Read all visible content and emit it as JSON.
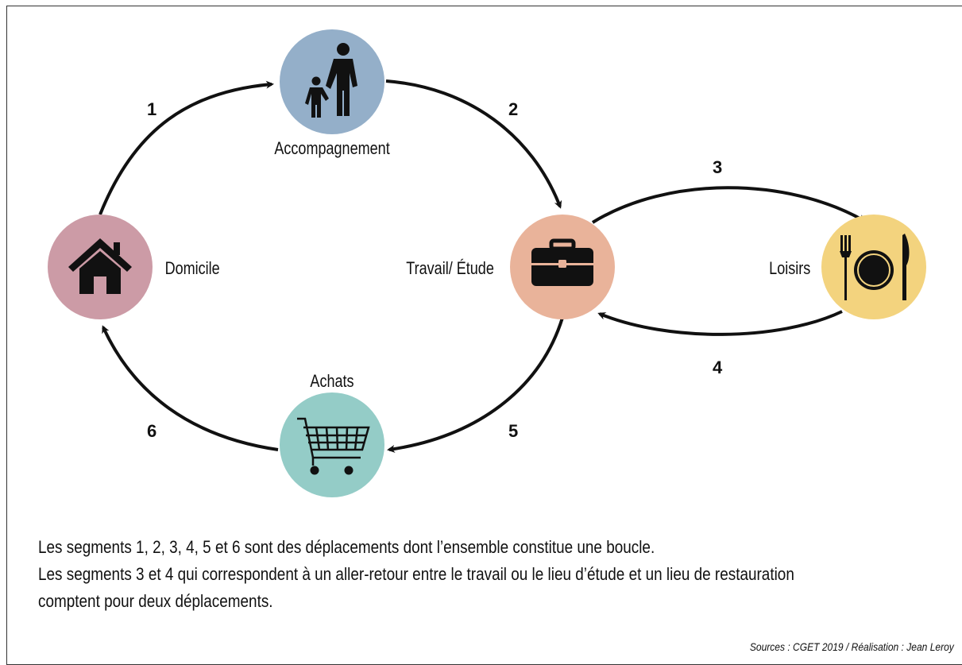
{
  "nodes": {
    "domicile": {
      "label": "Domicile",
      "color": "#cc9ba6"
    },
    "accompagnement": {
      "label": "Accompagnement",
      "color": "#94afc9"
    },
    "travail": {
      "label": "Travail/ Étude",
      "color": "#e9b39a"
    },
    "loisirs": {
      "label": "Loisirs",
      "color": "#f3d37e"
    },
    "achats": {
      "label": "Achats",
      "color": "#94ccc7"
    }
  },
  "segments": [
    "1",
    "2",
    "3",
    "4",
    "5",
    "6"
  ],
  "caption": {
    "line1": "Les segments 1, 2, 3, 4, 5 et 6 sont des déplacements dont l’ensemble constitue une boucle.",
    "line2": "Les segments 3 et 4 qui correspondent à un aller-retour entre le travail ou le lieu d’étude et un lieu de restauration",
    "line3": "comptent pour deux déplacements."
  },
  "sources": "Sources : CGET 2019 / Réalisation : Jean Leroy",
  "icons": [
    "house-icon",
    "family-icon",
    "briefcase-icon",
    "cutlery-plate-icon",
    "shopping-cart-icon"
  ]
}
